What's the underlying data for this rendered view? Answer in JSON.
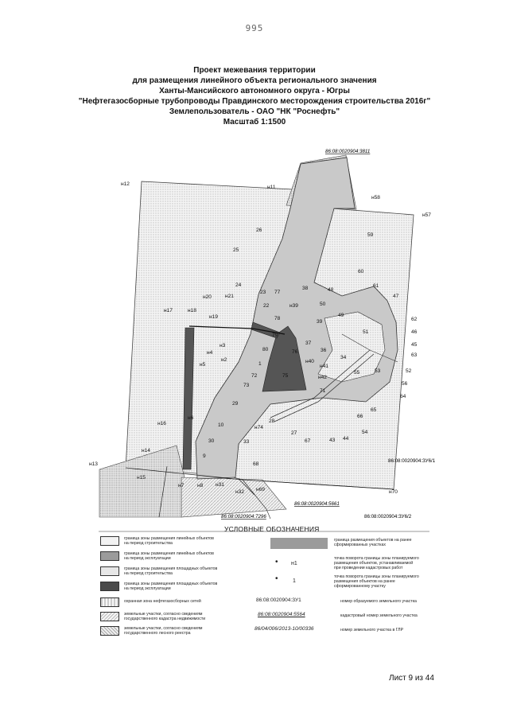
{
  "page_number": "995",
  "title_lines": [
    "Проект межевания территории",
    "для размещения линейного объекта регионального значения",
    "Ханты-Мансийского автономного округа - Югры",
    "\"Нефтегазосборные трубопроводы Правдинского месторождения строительства 2016г\"",
    "Землепользователь - ОАО \"НК \"Роснефть\"",
    "Масштаб 1:1500"
  ],
  "parcel_labels": {
    "top": "86:08:0020904:3811",
    "zu6_1": "86:08:0020904:ЗУ6/1",
    "p5661": "86:08:0020904:5661",
    "p7296": "86:08:0020904:7296",
    "zu6_2": "86:08:0020904:ЗУ6/2"
  },
  "points": [
    {
      "t": "н12"
    },
    {
      "t": "н11"
    },
    {
      "t": "н58"
    },
    {
      "t": "н57"
    },
    {
      "t": "26"
    },
    {
      "t": "59"
    },
    {
      "t": "25"
    },
    {
      "t": "60"
    },
    {
      "t": "61"
    },
    {
      "t": "47"
    },
    {
      "t": "24"
    },
    {
      "t": "н20"
    },
    {
      "t": "н21"
    },
    {
      "t": "23"
    },
    {
      "t": "77"
    },
    {
      "t": "38"
    },
    {
      "t": "48"
    },
    {
      "t": "н17"
    },
    {
      "t": "н18"
    },
    {
      "t": "н19"
    },
    {
      "t": "22"
    },
    {
      "t": "н39"
    },
    {
      "t": "50"
    },
    {
      "t": "49"
    },
    {
      "t": "62"
    },
    {
      "t": "78"
    },
    {
      "t": "39"
    },
    {
      "t": "51"
    },
    {
      "t": "46"
    },
    {
      "t": "н3"
    },
    {
      "t": "79"
    },
    {
      "t": "37"
    },
    {
      "t": "45"
    },
    {
      "t": "н4"
    },
    {
      "t": "80"
    },
    {
      "t": "76"
    },
    {
      "t": "36"
    },
    {
      "t": "63"
    },
    {
      "t": "н2"
    },
    {
      "t": "н40"
    },
    {
      "t": "34"
    },
    {
      "t": "н5"
    },
    {
      "t": "1"
    },
    {
      "t": "н41"
    },
    {
      "t": "53"
    },
    {
      "t": "52"
    },
    {
      "t": "75"
    },
    {
      "t": "55"
    },
    {
      "t": "72"
    },
    {
      "t": "н42"
    },
    {
      "t": "73"
    },
    {
      "t": "56"
    },
    {
      "t": "64"
    },
    {
      "t": "29"
    },
    {
      "t": "71"
    },
    {
      "t": "65"
    },
    {
      "t": "н6"
    },
    {
      "t": "28"
    },
    {
      "t": "66"
    },
    {
      "t": "н16"
    },
    {
      "t": "10"
    },
    {
      "t": "н74"
    },
    {
      "t": "27"
    },
    {
      "t": "54"
    },
    {
      "t": "30"
    },
    {
      "t": "33"
    },
    {
      "t": "67"
    },
    {
      "t": "43"
    },
    {
      "t": "44"
    },
    {
      "t": "н14"
    },
    {
      "t": "9"
    },
    {
      "t": "н13"
    },
    {
      "t": "68"
    },
    {
      "t": "н15"
    },
    {
      "t": "н7"
    },
    {
      "t": "н8"
    },
    {
      "t": "н31"
    },
    {
      "t": "н69"
    },
    {
      "t": "н32"
    },
    {
      "t": "н70"
    }
  ],
  "legend": {
    "title": "УСЛОВНЫЕ ОБОЗНАЧЕНИЯ",
    "left_items": [
      "граница зоны размещения линейных объектов\nна период строительства",
      "граница зоны размещения линейных объектов\nна период эксплуатации",
      "граница зоны размещения площадных объектов\nна период строительства",
      "граница зоны размещения площадных объектов\nна период эксплуатации",
      "охранная зона нефтегазосборных сетей",
      "земельные участки, согласно сведениям\nгосударственного кадастра недвижимости",
      "земельные участки, согласно сведениям\nгосударственного лесного реестра"
    ],
    "right_items": [
      "граница размещения объектов на ранее\nсформированных участках",
      "точка поворота границы зоны планируемого\nразмещения объектов, устанавливаемой\nпри проведении кадастровых работ",
      "точка поворота границы зоны планируемого\nразмещения объектов на ранее\nсформированному участку"
    ],
    "marker_n1": "н1",
    "marker_1": "1",
    "examples": [
      {
        "code": "86:08:0020904:ЗУ1",
        "desc": "номер образуемого земельного участка"
      },
      {
        "code": "86:08:0020904:5564",
        "desc": "кадастровый номер земельного участка"
      },
      {
        "code": "86/04/006/2013-10/00336",
        "desc": "номер земельного участка в ГЛР"
      }
    ]
  },
  "sheet": "Лист 9 из 44",
  "colors": {
    "construction_zone": "#c9c9c9",
    "operation_zone": "#555555",
    "background_hatch": "#9a9a9a",
    "line": "#222222"
  }
}
